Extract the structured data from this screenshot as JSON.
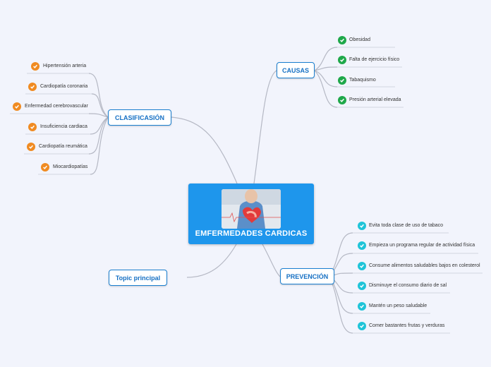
{
  "central": {
    "title": "EMFERMEDADES CARDICAS",
    "image_icon": "chest-pain-photo"
  },
  "topics": {
    "clasificacion": "CLASIFICASIÓN",
    "causas": "CAUSAS",
    "prevencion": "PREVENCIÓN",
    "topic_principal": "Topic principal"
  },
  "clasificacion_items": [
    "Hipertensión arteria",
    "Cardiopatía coronaria",
    "Enfermedad cerebrovascular",
    "Insuficiencia cardiaca",
    "Cardiopatía reumática",
    "Miocardiopatías"
  ],
  "causas_items": [
    "Obesidad",
    "Falta de ejercicio físico",
    "Tabaquismo",
    "Presión arterial elevada"
  ],
  "prevencion_items": [
    "Evita toda clase de uso de tabaco",
    "Empieza un programa regular de actividad física",
    "Consume alimentos saludables bajos en colesterol",
    "Disminuye el consumo diario de sal",
    "Mantén un peso saludable",
    "Comer bastantes frutas y verduras"
  ],
  "colors": {
    "background": "#f2f4fc",
    "central": "#1e96ec",
    "topic_border": "#1a7fd0",
    "badge_clasificacion": "#f08b22",
    "badge_causas": "#1fa84a",
    "badge_prevencion": "#1fc4d8",
    "connector": "#b5b8c4"
  },
  "icons": {
    "check": "check-icon"
  }
}
